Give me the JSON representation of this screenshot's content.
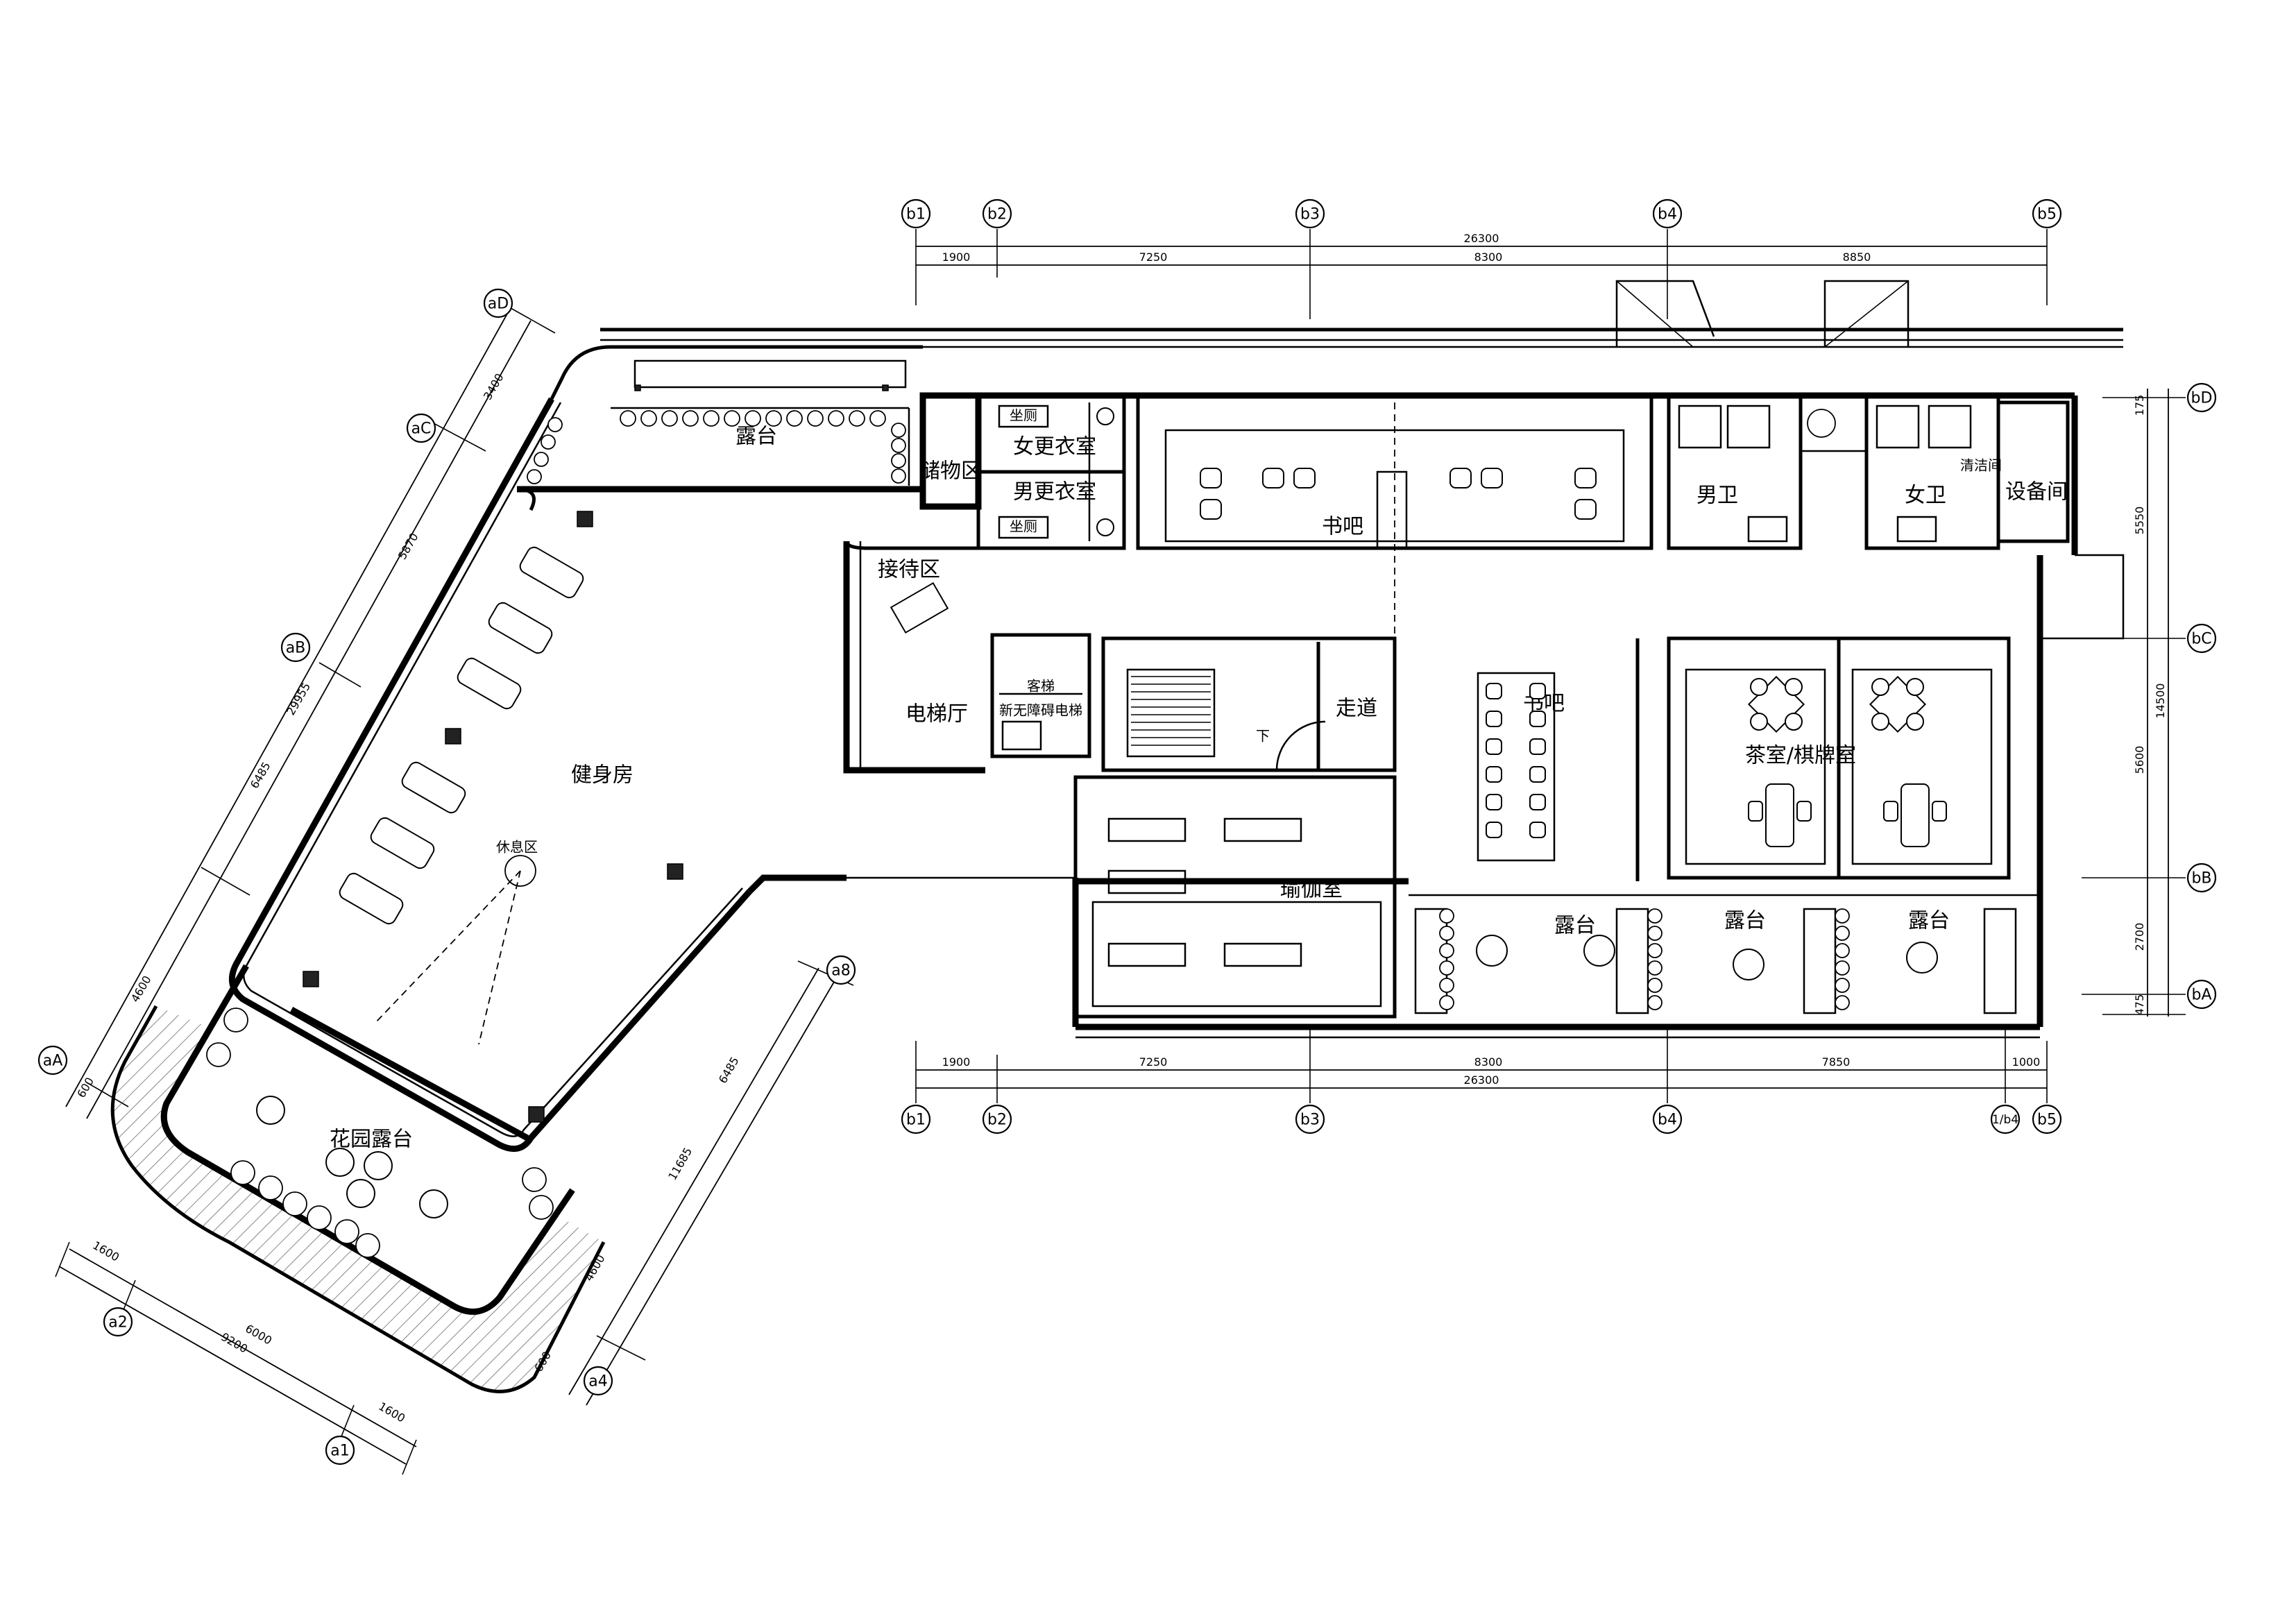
{
  "rooms": {
    "terrace_top": "露台",
    "storage": "储物区",
    "women_locker": "女更衣室",
    "men_locker": "男更衣室",
    "seat_toilet": "坐厕",
    "book_bar_top": "书吧",
    "men_wc": "男卫",
    "women_wc": "女卫",
    "cleaning": "清洁间",
    "equipment": "设备间",
    "reception": "接待区",
    "elevator_hall": "电梯厅",
    "freight_elevator": "客梯",
    "accessible_elevator": "新无障碍电梯",
    "corridor": "走道",
    "book_bar_mid": "书吧",
    "tea_room": "茶室/棋牌室",
    "gym": "健身房",
    "rest_area": "休息区",
    "yoga": "瑜伽室",
    "terrace_a": "露台",
    "terrace_b": "露台",
    "terrace_c": "露台",
    "garden_terrace": "花园露台",
    "stair_down": "下"
  },
  "axes": {
    "top": [
      "b1",
      "b2",
      "b3",
      "b4",
      "b5"
    ],
    "bottom": [
      "b1",
      "b2",
      "b3",
      "b4",
      "1/b4",
      "b5"
    ],
    "right": [
      "bD",
      "bC",
      "bB",
      "bA"
    ],
    "left_diag": [
      "aD",
      "aC",
      "aB",
      "aA"
    ],
    "bottom_diag": [
      "a2",
      "a1",
      "a4",
      "a8"
    ]
  },
  "dimensions": {
    "top_total": "26300",
    "top_segments": [
      "1900",
      "7250",
      "8300",
      "8850"
    ],
    "bottom_total": "26300",
    "bottom_segments": [
      "1900",
      "7250",
      "8300",
      "7850",
      "1000"
    ],
    "right_total": "14500",
    "right_segments": [
      "175",
      "5550",
      "5600",
      "2700",
      "475"
    ],
    "left_diag_total": "29955",
    "left_diag_segments": [
      "3400",
      "5870",
      "6485",
      "4600",
      "600"
    ],
    "right_diag_total": "11685",
    "right_diag_segments": [
      "6485",
      "4600",
      "600"
    ],
    "bottom_diag_total": "9200",
    "bottom_diag_segments": [
      "1600",
      "6000",
      "1600"
    ]
  }
}
